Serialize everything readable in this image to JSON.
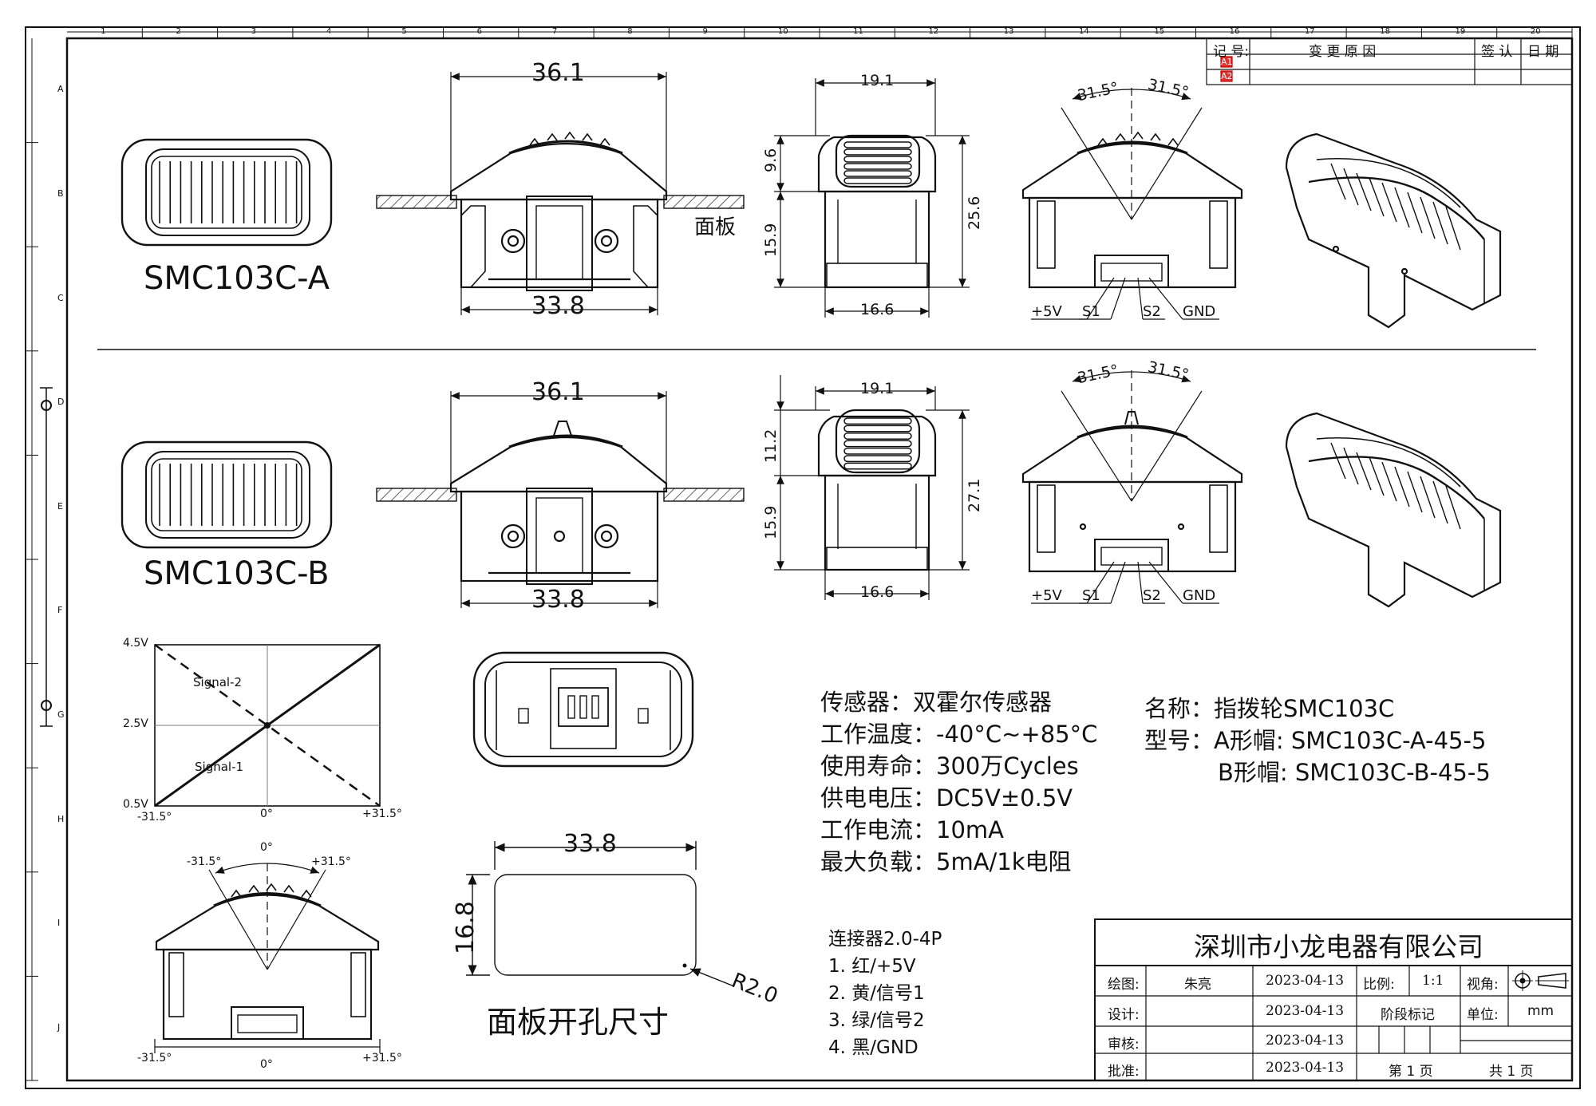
{
  "revision_table": {
    "headers": [
      "记 号:",
      "变 更 原 因",
      "签 认",
      "日 期"
    ],
    "marks": [
      "A1",
      "A2"
    ]
  },
  "grid": {
    "columns": [
      "1",
      "2",
      "3",
      "4",
      "5",
      "6",
      "7",
      "8",
      "9",
      "10",
      "11",
      "12",
      "13",
      "14",
      "15",
      "16",
      "17",
      "18",
      "19",
      "20"
    ],
    "rows": [
      "A",
      "B",
      "C",
      "D",
      "E",
      "F",
      "G",
      "H",
      "I",
      "J"
    ]
  },
  "model_a": {
    "label": "SMC103C-A",
    "top_dim": "36.1",
    "bottom_dim": "33.8",
    "panel_label": "面板",
    "side_width": "19.1",
    "side_bottom": "16.6",
    "side_height_cap": "9.6",
    "side_height_body": "15.9",
    "side_height_total": "25.6",
    "angle_left": "31.5°",
    "angle_right": "31.5°",
    "pins": [
      "+5V",
      "S1",
      "S2",
      "GND"
    ]
  },
  "model_b": {
    "label": "SMC103C-B",
    "top_dim": "36.1",
    "bottom_dim": "33.8",
    "side_width": "19.1",
    "side_bottom": "16.6",
    "side_height_cap": "11.2",
    "side_height_body": "15.9",
    "side_height_total": "27.1",
    "angle_left": "31.5°",
    "angle_right": "31.5°",
    "pins": [
      "+5V",
      "S1",
      "S2",
      "GND"
    ]
  },
  "chart_data": {
    "type": "line",
    "x_ticks": [
      "-31.5°",
      "0°",
      "+31.5°"
    ],
    "y_ticks": [
      "4.5V",
      "2.5V",
      "0.5V"
    ],
    "xlim": [
      -31.5,
      31.5
    ],
    "ylim": [
      0.5,
      4.5
    ],
    "grid": true,
    "series": [
      {
        "name": "Signal-2",
        "style": "dashed",
        "x": [
          -31.5,
          31.5
        ],
        "y": [
          4.5,
          0.5
        ]
      },
      {
        "name": "Signal-1",
        "style": "solid",
        "x": [
          -31.5,
          31.5
        ],
        "y": [
          0.5,
          4.5
        ]
      }
    ]
  },
  "rotation_diagram": {
    "top": "0°",
    "left": "-31.5°",
    "right": "+31.5°",
    "bottom_left": "-31.5°",
    "bottom_center": "0°",
    "bottom_right": "+31.5°"
  },
  "cutout": {
    "width": "33.8",
    "height": "16.8",
    "radius": "R2.0",
    "caption": "面板开孔尺寸"
  },
  "specs": [
    "传感器：双霍尔传感器",
    "工作温度：-40°C~+85°C",
    "使用寿命：300万Cycles",
    "供电电压：DC5V±0.5V",
    "工作电流：10mA",
    "最大负载：5mA/1k电阻"
  ],
  "product": {
    "name": "名称：指拨轮SMC103C",
    "model_line_1": "型号：A形帽: SMC103C-A-45-5",
    "model_line_2": "B形帽: SMC103C-B-45-5"
  },
  "connector": {
    "title": "连接器2.0-4P",
    "lines": [
      "1. 红/+5V",
      "2. 黄/信号1",
      "3. 绿/信号2",
      "4. 黑/GND"
    ]
  },
  "title_block": {
    "company": "深圳市小龙电器有限公司",
    "draw_label": "绘图:",
    "drawer": "朱亮",
    "draw_date": "2023-04-13",
    "scale_label": "比例:",
    "scale": "1:1",
    "view_label": "视角:",
    "design_label": "设计:",
    "design_date": "2023-04-13",
    "stage_label": "阶段标记",
    "unit_label": "单位:",
    "unit": "mm",
    "review_label": "审核:",
    "review_date": "2023-04-13",
    "approve_label": "批准:",
    "approve_date": "2023-04-13",
    "page_text": "第 1 页",
    "total_text": "共 1 页"
  }
}
